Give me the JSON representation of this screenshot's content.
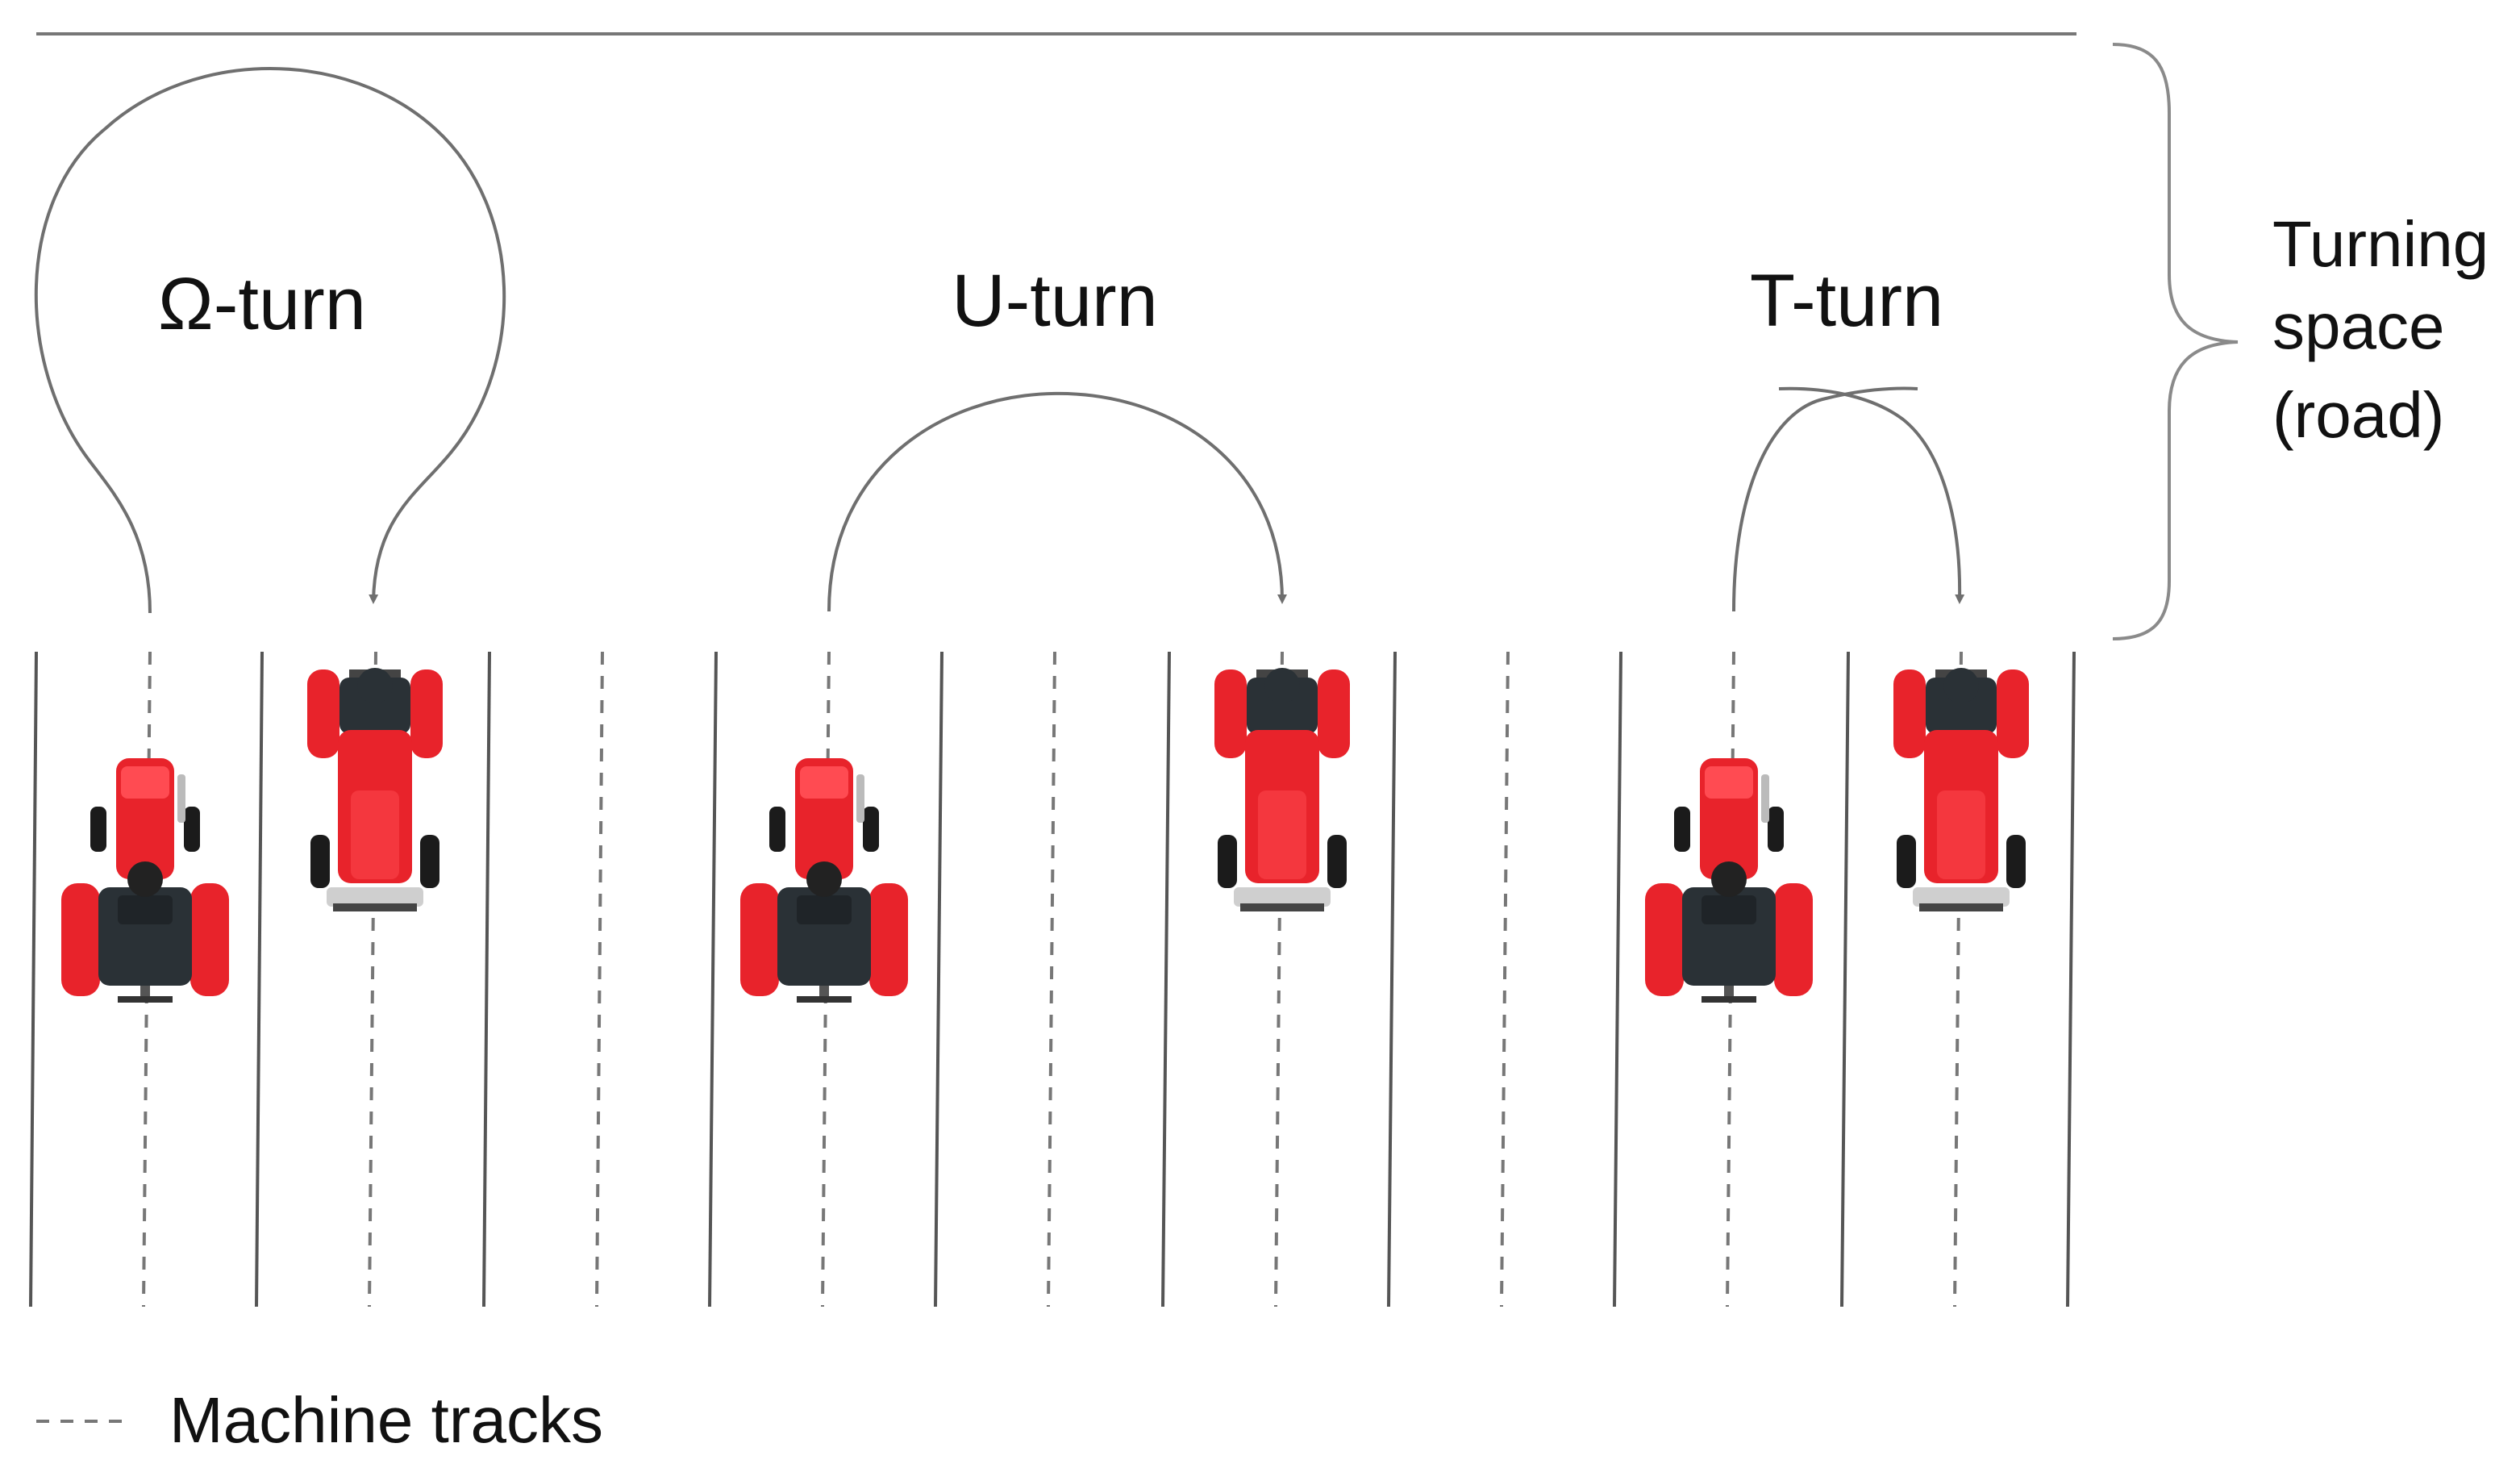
{
  "labels": {
    "omega_turn": "Ω-turn",
    "u_turn": "U-turn",
    "t_turn": "T-turn",
    "turning_space_line1": "Turning",
    "turning_space_line2": "space",
    "turning_space_line3": "(road)",
    "legend_machine_tracks": "Machine tracks"
  },
  "colors": {
    "tractor_body": "#e8232b",
    "tractor_wheel": "#2a3136",
    "tractor_tire": "#1b1b1b",
    "line": "#555555"
  },
  "icons": {
    "tractor_up": "tractor-up-icon",
    "tractor_down": "tractor-down-icon"
  }
}
